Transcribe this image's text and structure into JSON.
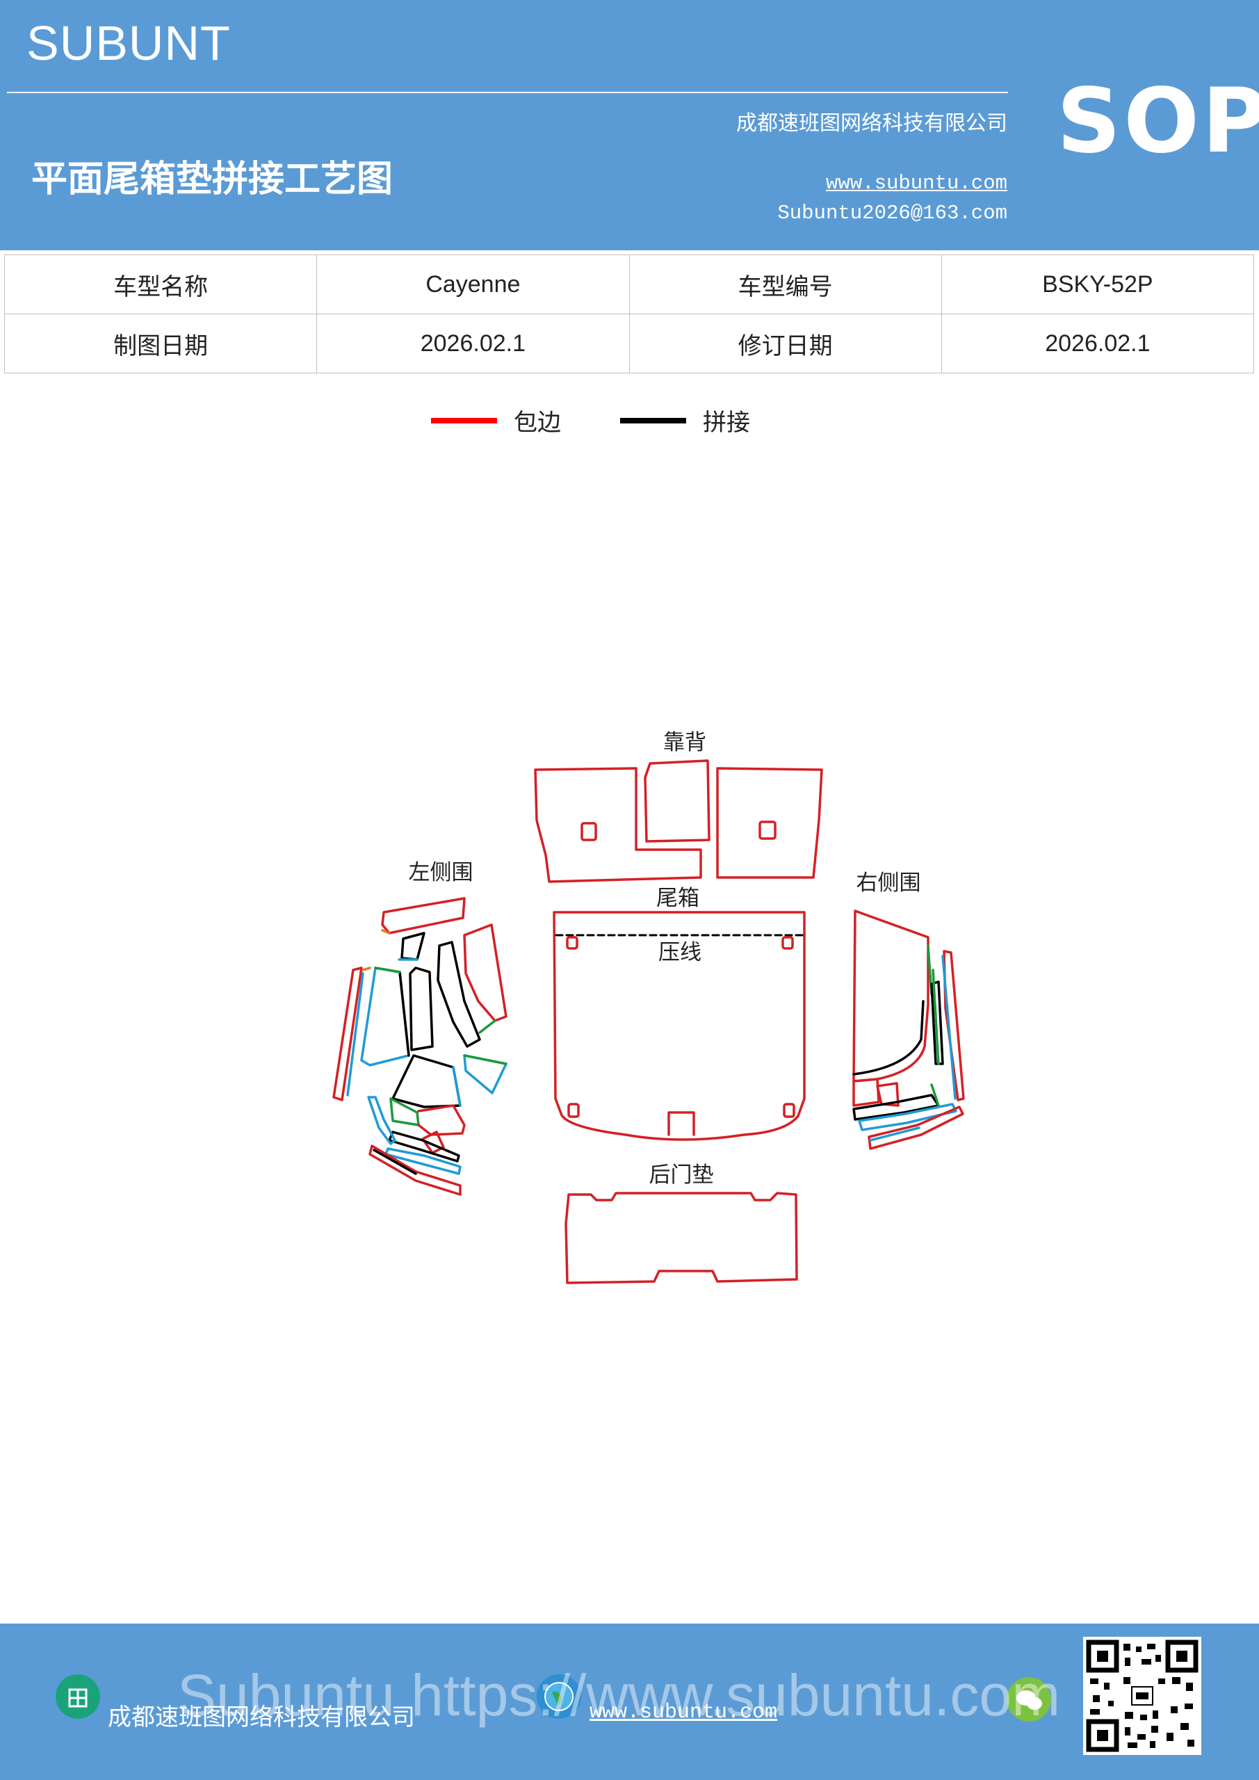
{
  "header": {
    "brand": "SUBUNT",
    "title": "平面尾箱垫拼接工艺图",
    "company": "成都速班图网络科技有限公司",
    "website": "www.subuntu.com",
    "email": "Subuntu2026@163.com",
    "sop": "SOP"
  },
  "info_table": {
    "rows": [
      [
        "车型名称",
        "Cayenne",
        "车型编号",
        "BSKY-52P"
      ],
      [
        "制图日期",
        "2026.02.1",
        "修订日期",
        "2026.02.1"
      ]
    ]
  },
  "legend": {
    "items": [
      {
        "label": "包边",
        "color": "#ff0000"
      },
      {
        "label": "拼接",
        "color": "#000000"
      }
    ]
  },
  "diagram": {
    "labels": {
      "backrest": "靠背",
      "left_side": "左侧围",
      "right_side": "右侧围",
      "trunk": "尾箱",
      "crease": "压线",
      "tailgate": "后门垫"
    },
    "colors": {
      "edge": "#d42026",
      "seam": "#000000",
      "blue": "#1e9bd7",
      "green": "#1a9a3c",
      "orange": "#e07a1a"
    }
  },
  "footer": {
    "company": "成都速班图网络科技有限公司",
    "website": "www.subuntu.com",
    "watermark": "Subuntu https://www.subuntu.com",
    "icons": [
      "building-icon",
      "globe-icon",
      "wechat-icon"
    ]
  }
}
